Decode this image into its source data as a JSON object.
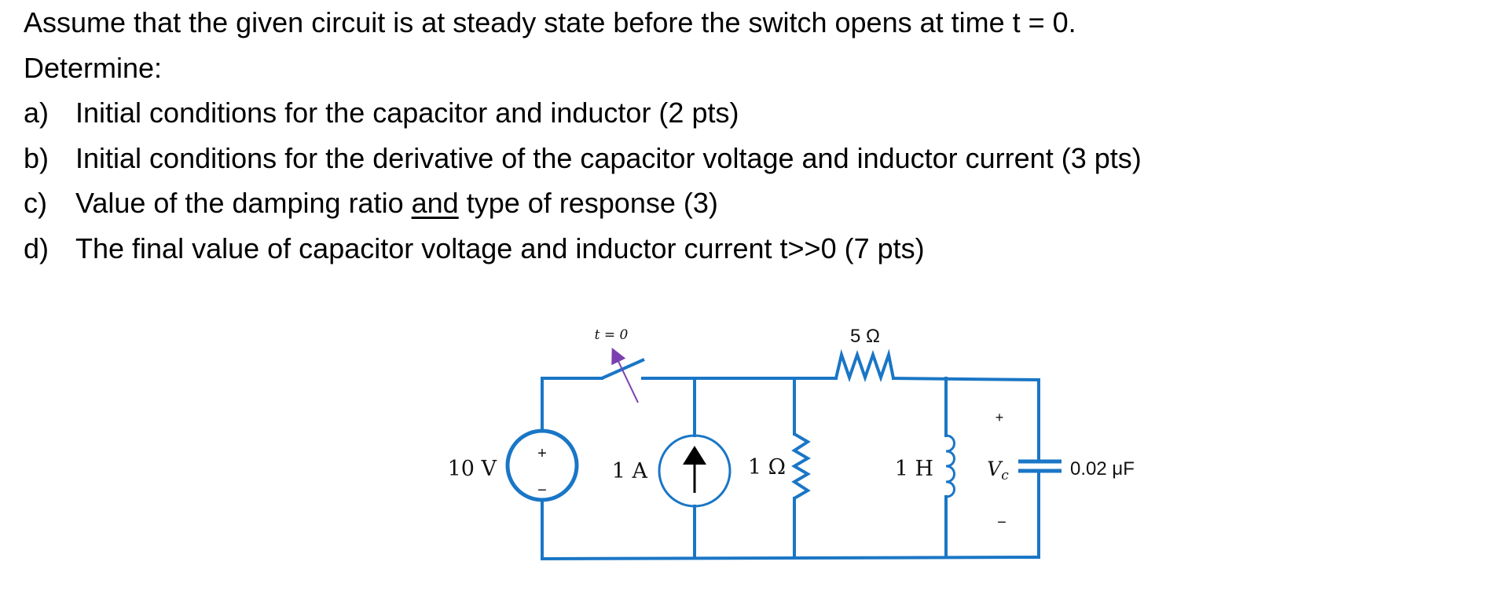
{
  "problem": {
    "intro": "Assume that the given circuit is at steady state before the switch opens at time t = 0.",
    "determine": "Determine:",
    "items": [
      {
        "marker": "a)",
        "text": "Initial conditions for the capacitor and inductor (2 pts)"
      },
      {
        "marker": "b)",
        "text": "Initial conditions for the derivative of the capacitor voltage and inductor current (3 pts)"
      },
      {
        "marker": "c)",
        "text_before": "Value of the damping ratio ",
        "text_underlined": "and",
        "text_after": " type of response (3)"
      },
      {
        "marker": "d)",
        "text": "The final value of capacitor voltage and inductor current t>>0 (7 pts)"
      }
    ]
  },
  "circuit": {
    "wire_color": "#1a76c6",
    "switch_arrow_color": "#7b3fb0",
    "switch_label": "t = 0",
    "voltage_source": {
      "label": "10 V",
      "plus": "+",
      "minus": "−"
    },
    "current_source": {
      "label": "1 A",
      "direction": "up"
    },
    "resistor_shunt": {
      "label": "1 Ω"
    },
    "resistor_series": {
      "label": "5 Ω"
    },
    "inductor": {
      "label": "1 H"
    },
    "capacitor": {
      "label": "0.02 μF",
      "voltage_label": "V",
      "voltage_subscript": "c",
      "plus": "+",
      "minus": "−"
    }
  }
}
